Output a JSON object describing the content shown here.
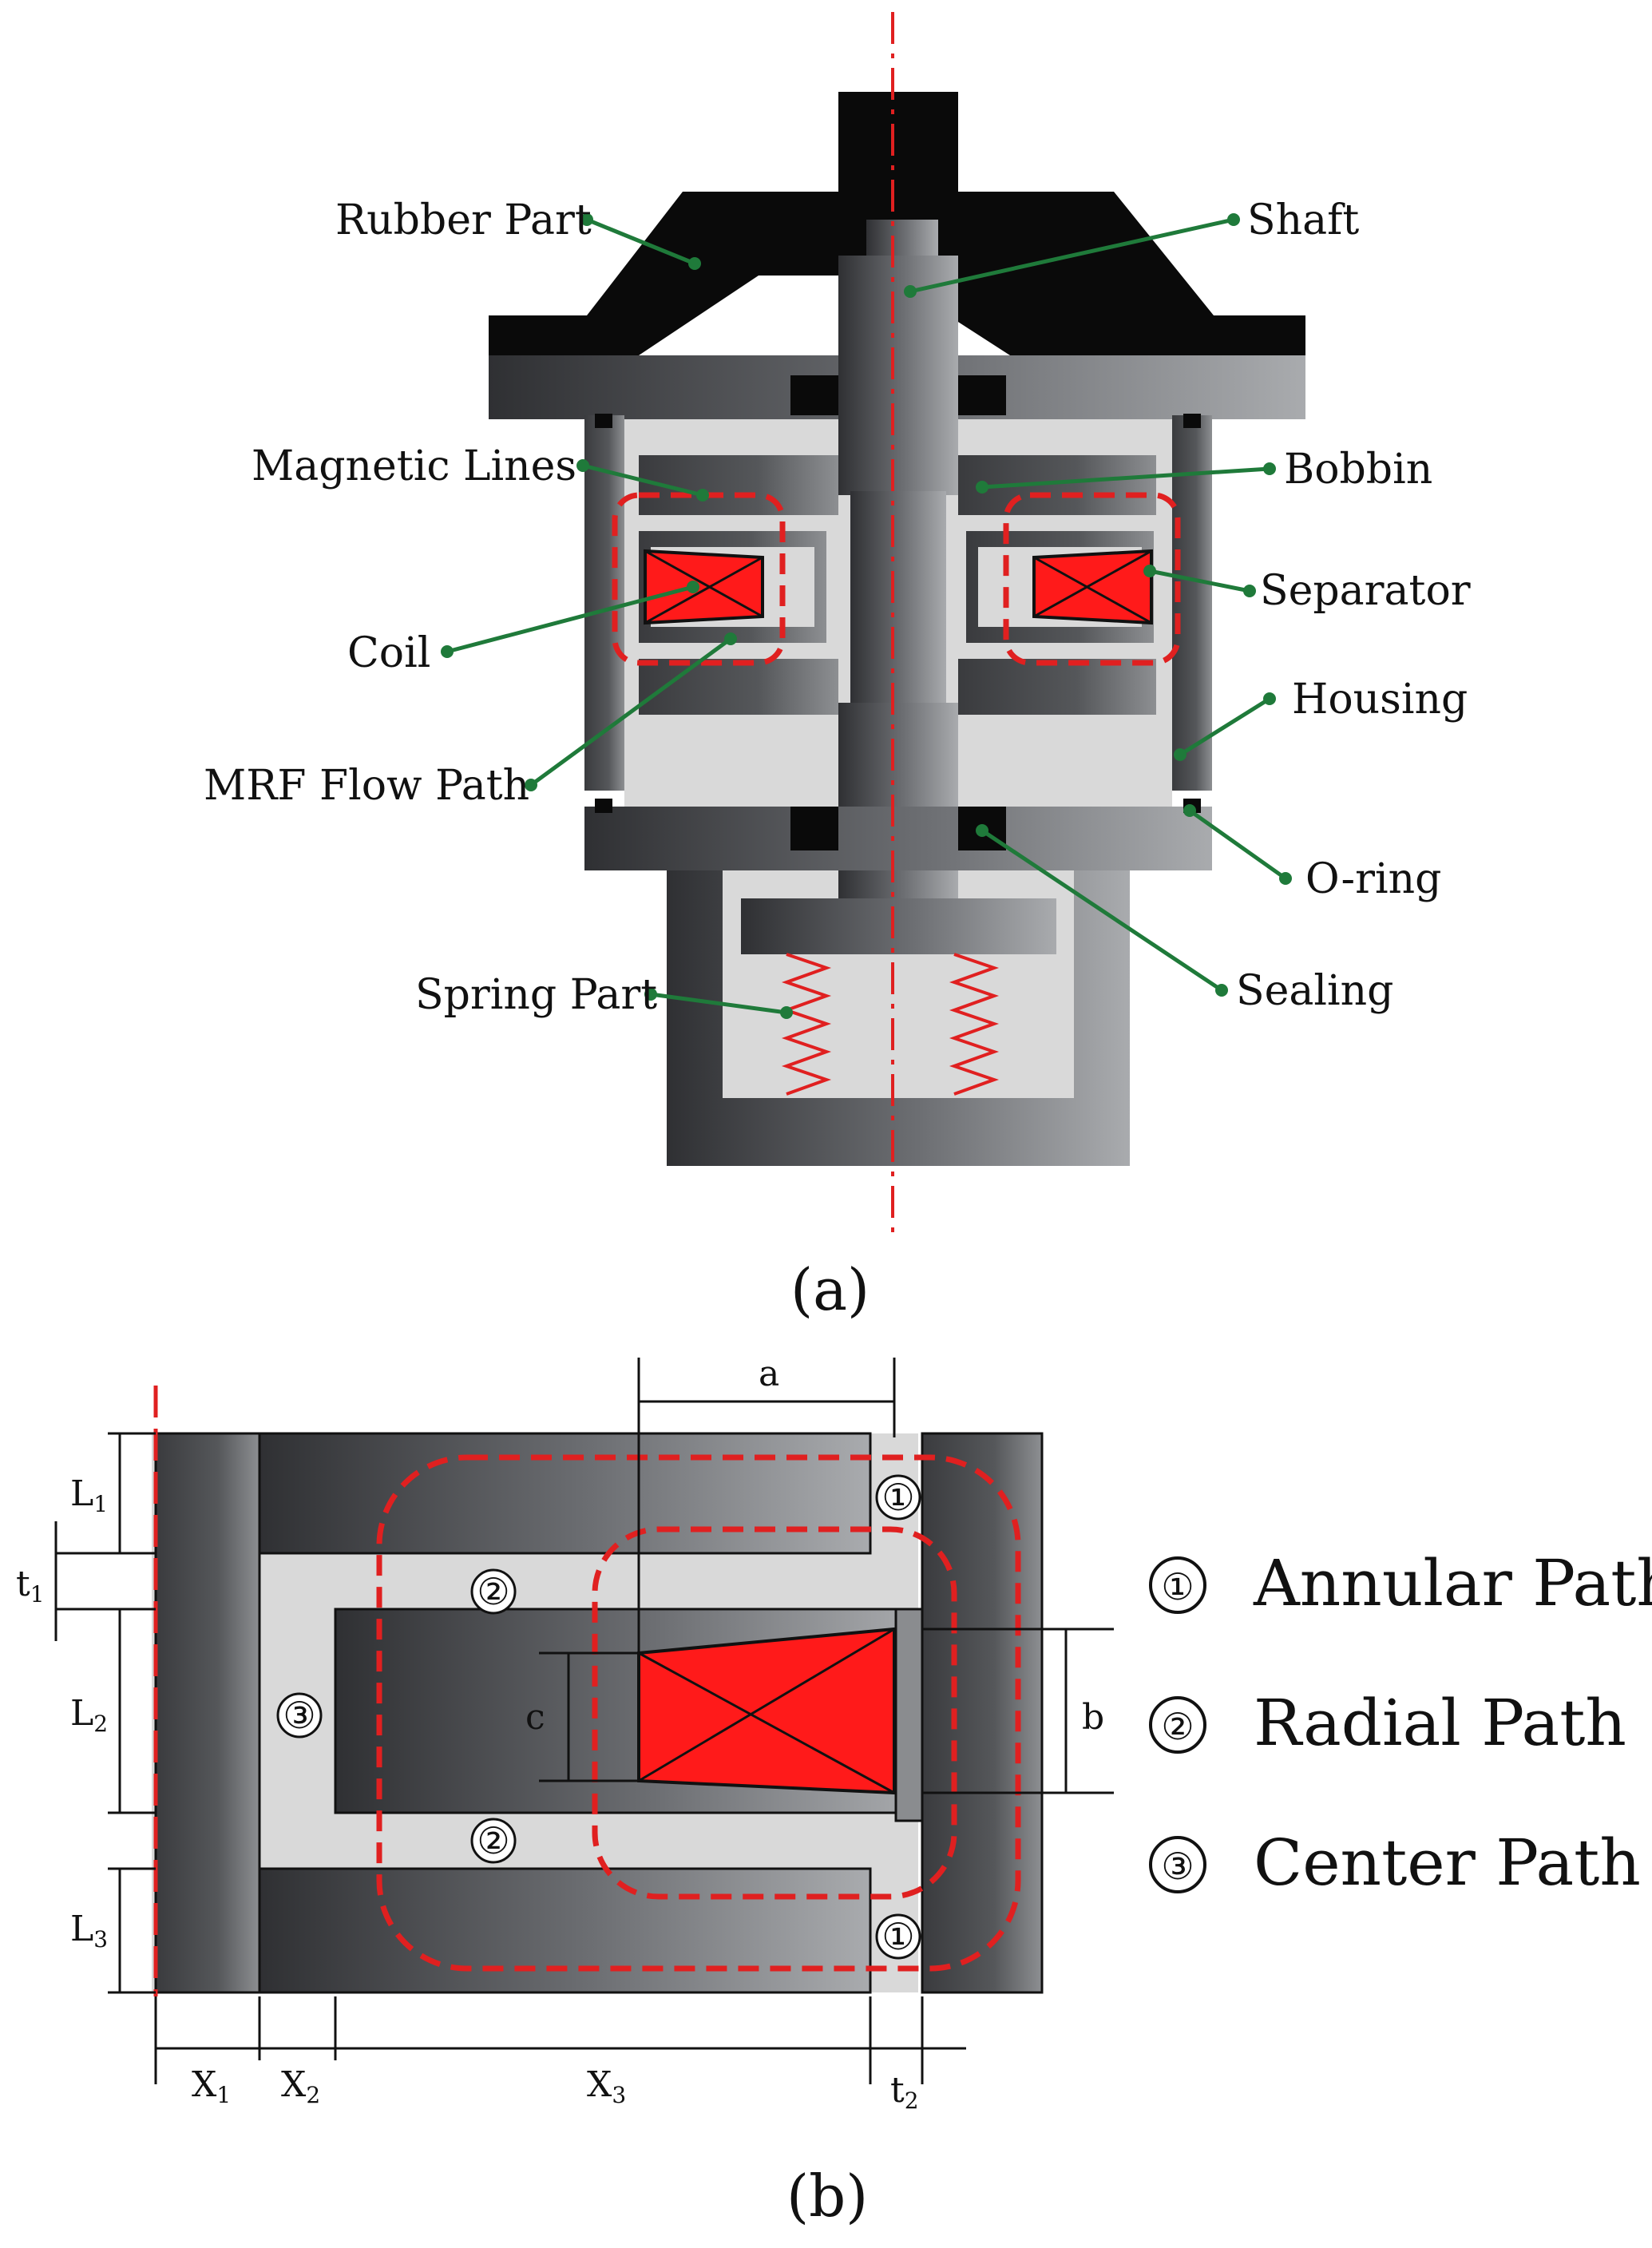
{
  "panel_a": {
    "caption": "(a)",
    "labels": {
      "rubber_part": "Rubber Part",
      "shaft": "Shaft",
      "magnetic_lines": "Magnetic Lines",
      "bobbin": "Bobbin",
      "separator": "Separator",
      "coil": "Coil",
      "housing": "Housing",
      "mrf_flow_path": "MRF Flow Path",
      "o_ring": "O-ring",
      "spring_part": "Spring Part",
      "sealing": "Sealing"
    }
  },
  "panel_b": {
    "caption": "(b)",
    "dimensions": {
      "a": "a",
      "b": "b",
      "c": "c",
      "L1": "L",
      "L1_sub": "1",
      "L2": "L",
      "L2_sub": "2",
      "L3": "L",
      "L3_sub": "3",
      "t1": "t",
      "t1_sub": "1",
      "t2": "t",
      "t2_sub": "2",
      "X1": "X",
      "X1_sub": "1",
      "X2": "X",
      "X2_sub": "2",
      "X3": "X",
      "X3_sub": "3"
    },
    "path_markers": {
      "one": "①",
      "two": "②",
      "three": "③"
    },
    "legend": [
      {
        "symbol": "①",
        "label": "Annular Path"
      },
      {
        "symbol": "②",
        "label": "Radial Path"
      },
      {
        "symbol": "③",
        "label": "Center Path"
      }
    ]
  },
  "colors": {
    "red": "#e02020",
    "leader_green": "#1f7a3a",
    "dark_gray": "#3f4144",
    "light_gray": "#d9d9d9",
    "black": "#0a0a0a"
  }
}
